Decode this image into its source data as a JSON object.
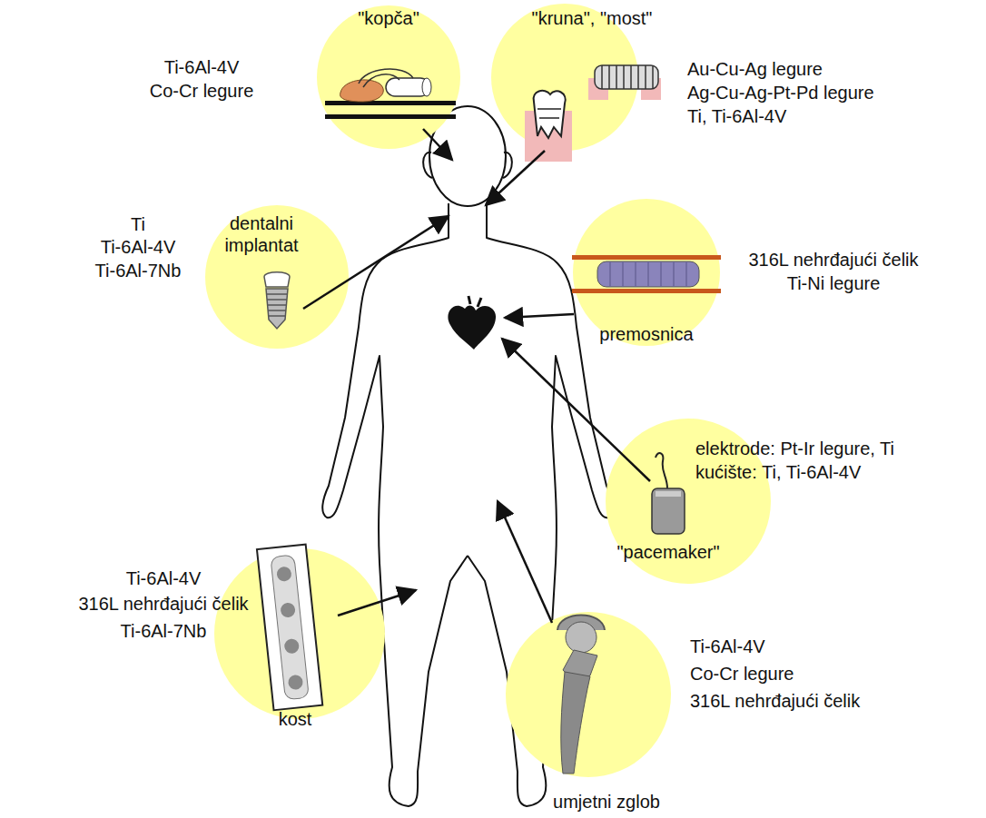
{
  "diagram": {
    "nodes": [
      {
        "text": [
          "\"kopča\"",
          "Ti-6Al-4V",
          "Co-Cr legure"
        ]
      },
      {
        "text": [
          "\"kruna\", \"most\"",
          "Au-Cu-Ag legure",
          "Ag-Cu-Ag-Pt-Pd legure",
          "Ti, Ti-6Al-4V"
        ]
      },
      {
        "text": [
          "dentalni implantat",
          "Ti",
          "Ti-6Al-4V",
          "Ti-6Al-7Nb"
        ]
      },
      {
        "text": [
          "316L nehrđajući čelik",
          "Ti-Ni legure",
          "premosnica"
        ]
      },
      {
        "text": [
          "elektrode: Pt-Ir legure, Ti",
          "kućište: Ti, Ti-6Al-4V",
          "\"pacemaker\""
        ]
      },
      {
        "text": [
          "Ti-6Al-4V",
          "316L nehrđajući čelik",
          "Ti-6Al-7Nb",
          "kost"
        ]
      },
      {
        "text": [
          "Ti-6Al-4V",
          "Co-Cr legure",
          "316L nehrđajući čelik",
          "umjetni zglob"
        ]
      }
    ]
  }
}
